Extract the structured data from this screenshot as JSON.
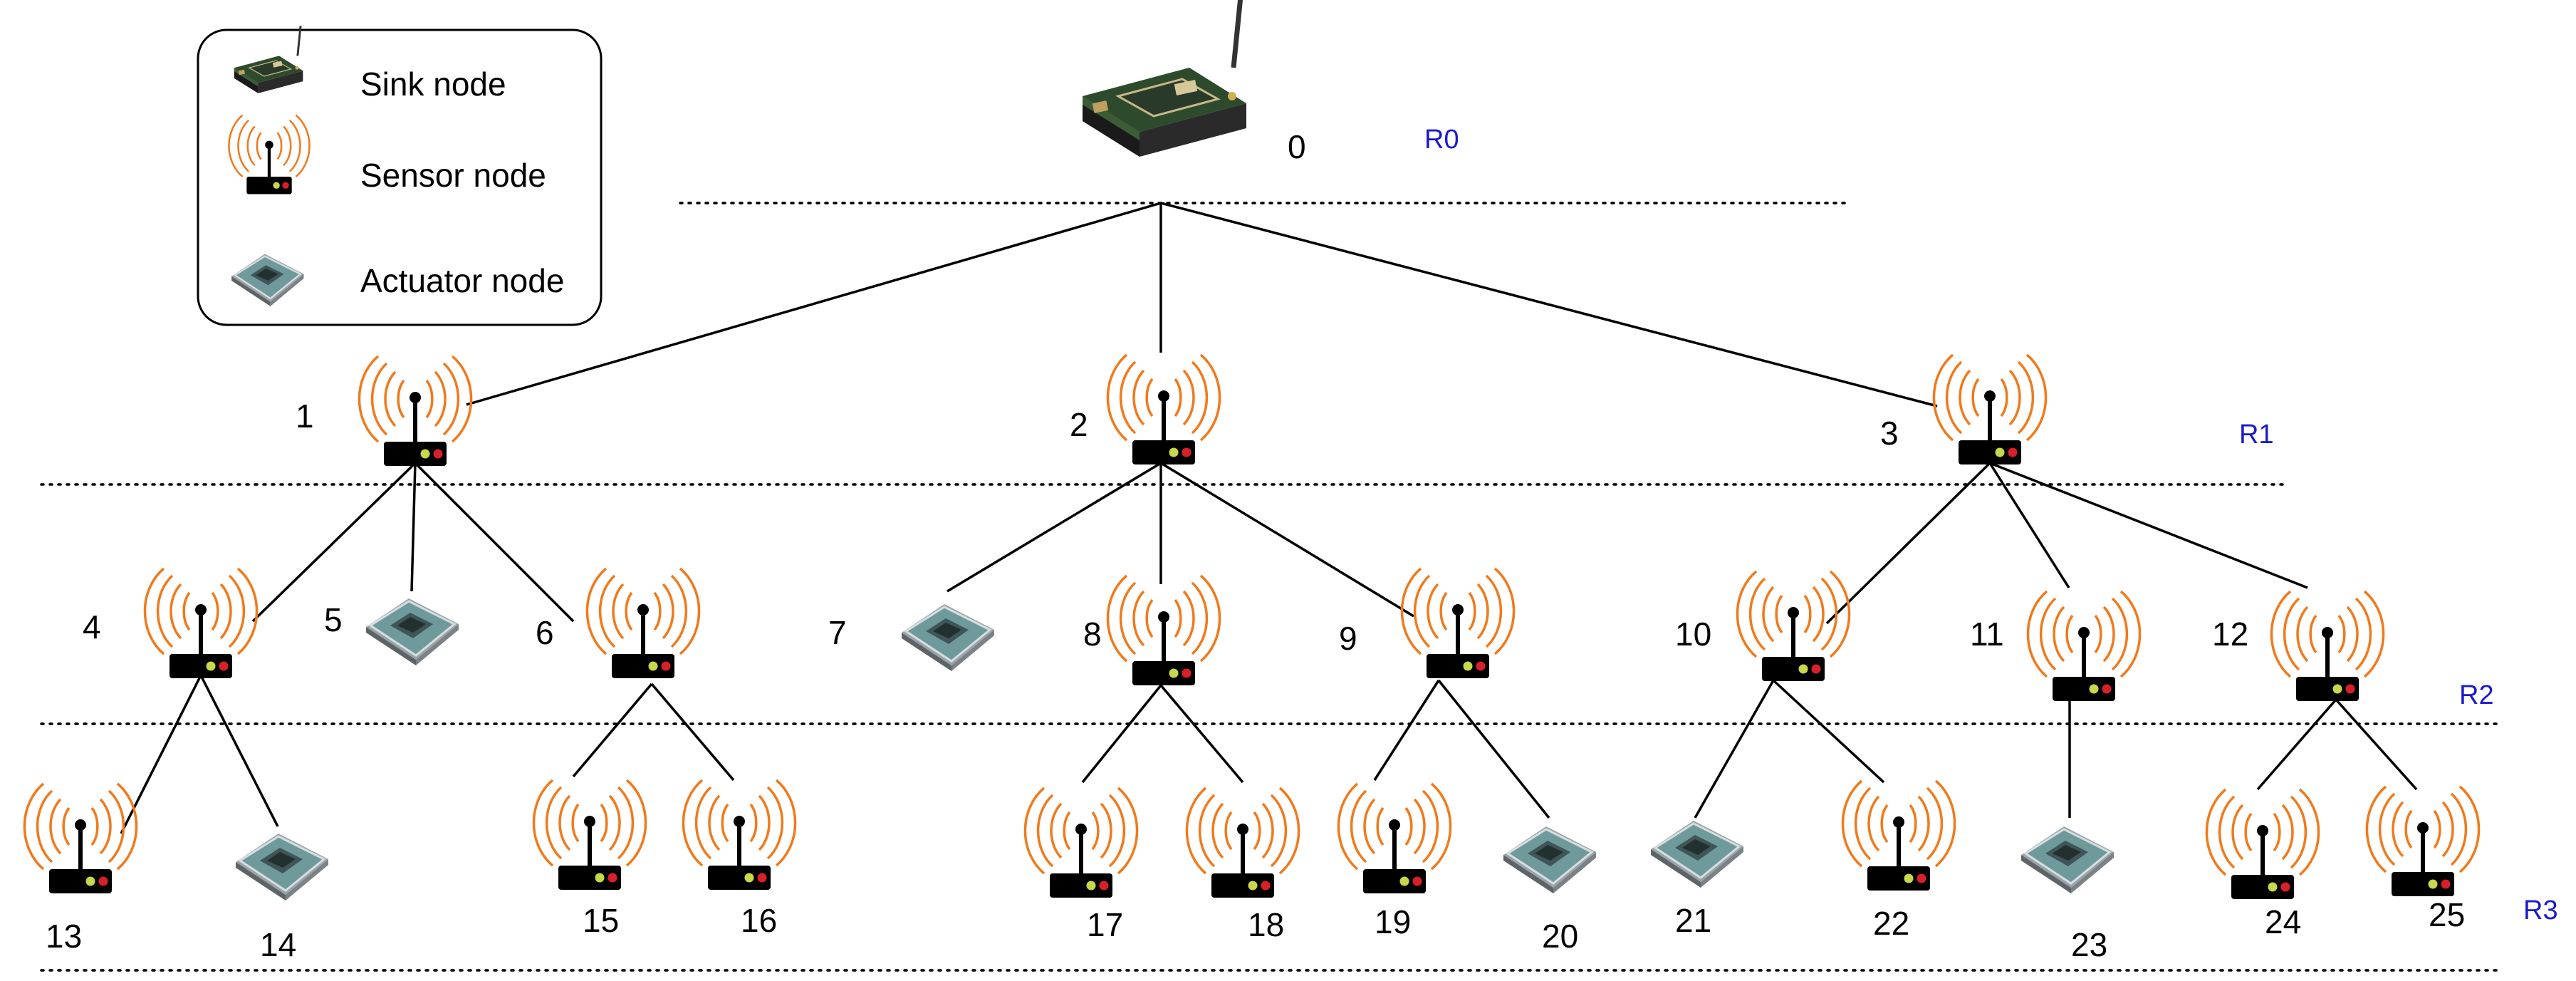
{
  "legend": {
    "sink": "Sink node",
    "sensor": "Sensor node",
    "actuator": "Actuator node"
  },
  "rounds": [
    "R0",
    "R1",
    "R2",
    "R3"
  ],
  "nodes": [
    {
      "id": "0",
      "type": "sink",
      "parent": null
    },
    {
      "id": "1",
      "type": "sensor",
      "parent": "0"
    },
    {
      "id": "2",
      "type": "sensor",
      "parent": "0"
    },
    {
      "id": "3",
      "type": "sensor",
      "parent": "0"
    },
    {
      "id": "4",
      "type": "sensor",
      "parent": "1"
    },
    {
      "id": "5",
      "type": "actuator",
      "parent": "1"
    },
    {
      "id": "6",
      "type": "sensor",
      "parent": "1"
    },
    {
      "id": "7",
      "type": "actuator",
      "parent": "2"
    },
    {
      "id": "8",
      "type": "sensor",
      "parent": "2"
    },
    {
      "id": "9",
      "type": "sensor",
      "parent": "2"
    },
    {
      "id": "10",
      "type": "sensor",
      "parent": "3"
    },
    {
      "id": "11",
      "type": "sensor",
      "parent": "3"
    },
    {
      "id": "12",
      "type": "sensor",
      "parent": "3"
    },
    {
      "id": "13",
      "type": "sensor",
      "parent": "4"
    },
    {
      "id": "14",
      "type": "actuator",
      "parent": "4"
    },
    {
      "id": "15",
      "type": "sensor",
      "parent": "6"
    },
    {
      "id": "16",
      "type": "sensor",
      "parent": "6"
    },
    {
      "id": "17",
      "type": "sensor",
      "parent": "8"
    },
    {
      "id": "18",
      "type": "sensor",
      "parent": "8"
    },
    {
      "id": "19",
      "type": "sensor",
      "parent": "9"
    },
    {
      "id": "20",
      "type": "actuator",
      "parent": "9"
    },
    {
      "id": "21",
      "type": "actuator",
      "parent": "10"
    },
    {
      "id": "22",
      "type": "sensor",
      "parent": "10"
    },
    {
      "id": "23",
      "type": "actuator",
      "parent": "11"
    },
    {
      "id": "24",
      "type": "sensor",
      "parent": "12"
    },
    {
      "id": "25",
      "type": "sensor",
      "parent": "12"
    }
  ],
  "colors": {
    "wave": "#f07a1c",
    "round_label": "#1a1acc",
    "board": "#3a5a3a",
    "chip": "#5f8a8c"
  }
}
